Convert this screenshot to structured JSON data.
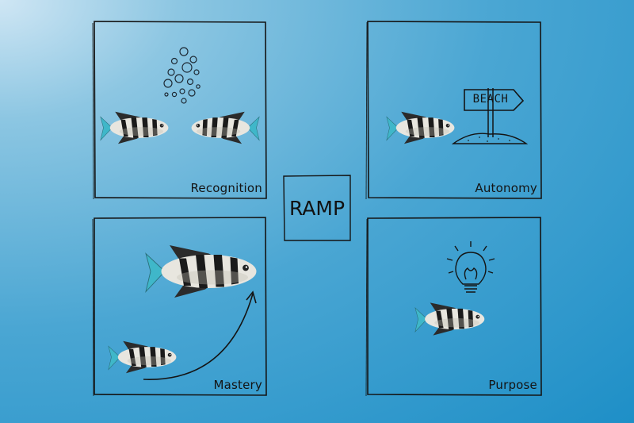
{
  "center": {
    "label": "RAMP"
  },
  "panels": {
    "recognition": {
      "label": "Recognition"
    },
    "autonomy": {
      "label": "Autonomy"
    },
    "mastery": {
      "label": "Mastery"
    },
    "purpose": {
      "label": "Purpose"
    }
  },
  "autonomy_sign": {
    "text": "BEACH"
  },
  "colors": {
    "ink": "#141414",
    "fish_fin": "#3fb7c9",
    "fish_body": "#e8e6df",
    "fish_stripe": "#1a1a1a"
  }
}
